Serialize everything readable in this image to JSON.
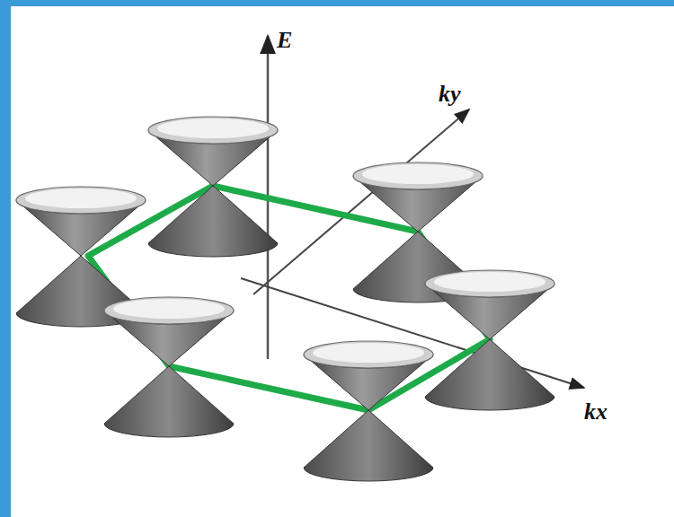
{
  "diagram": {
    "labels": [
      "E",
      "ky",
      "kx"
    ]
  }
}
